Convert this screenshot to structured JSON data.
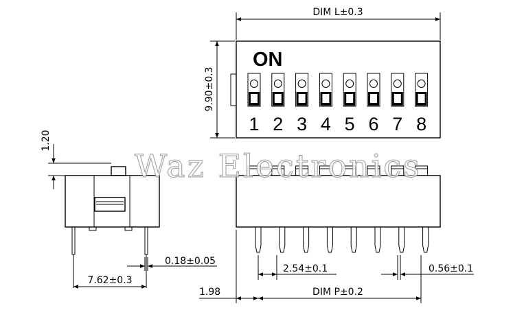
{
  "top_view": {
    "on_label": "ON",
    "switch_numbers": [
      "1",
      "2",
      "3",
      "4",
      "5",
      "6",
      "7",
      "8"
    ]
  },
  "dimensions": {
    "length": "DIM L±0.3",
    "height": "9.90±0.3",
    "side_height": "1.20",
    "pin_thickness": "0.18±0.05",
    "row_spacing": "7.62±0.3",
    "pitch": "2.54±0.1",
    "pin_width": "0.56±0.1",
    "offset": "1.98",
    "pin_span": "DIM P±0.2"
  },
  "watermark": "Waz Electronics"
}
